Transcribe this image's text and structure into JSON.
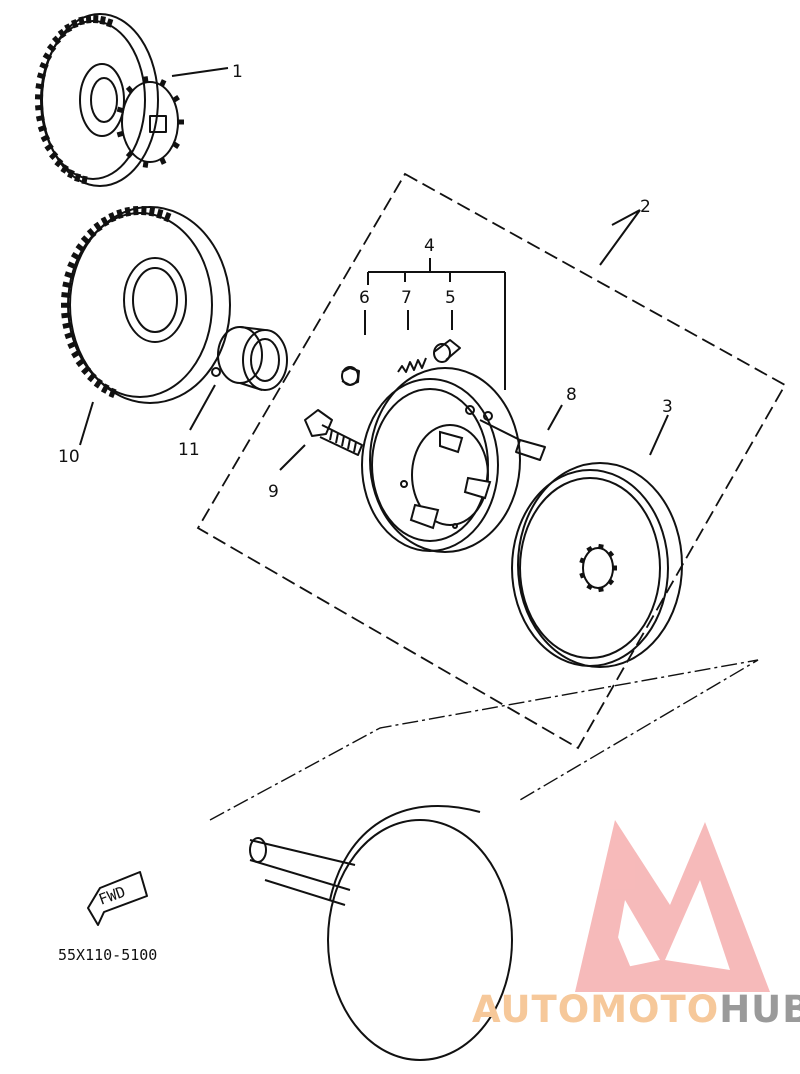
{
  "parts": {
    "p1": "1",
    "p2": "2",
    "p3": "3",
    "p4": "4",
    "p5": "5",
    "p6": "6",
    "p7": "7",
    "p8": "8",
    "p9": "9",
    "p10": "10",
    "p11": "11"
  },
  "fwd_label": "FWD",
  "diagram_code": "55X110-5100",
  "watermark": {
    "part1": "AUTOMOTO",
    "part2": "HUB",
    "color1": "#f6c89a",
    "color2": "#9a9a9a",
    "logo_color": "#f2a0a0"
  }
}
